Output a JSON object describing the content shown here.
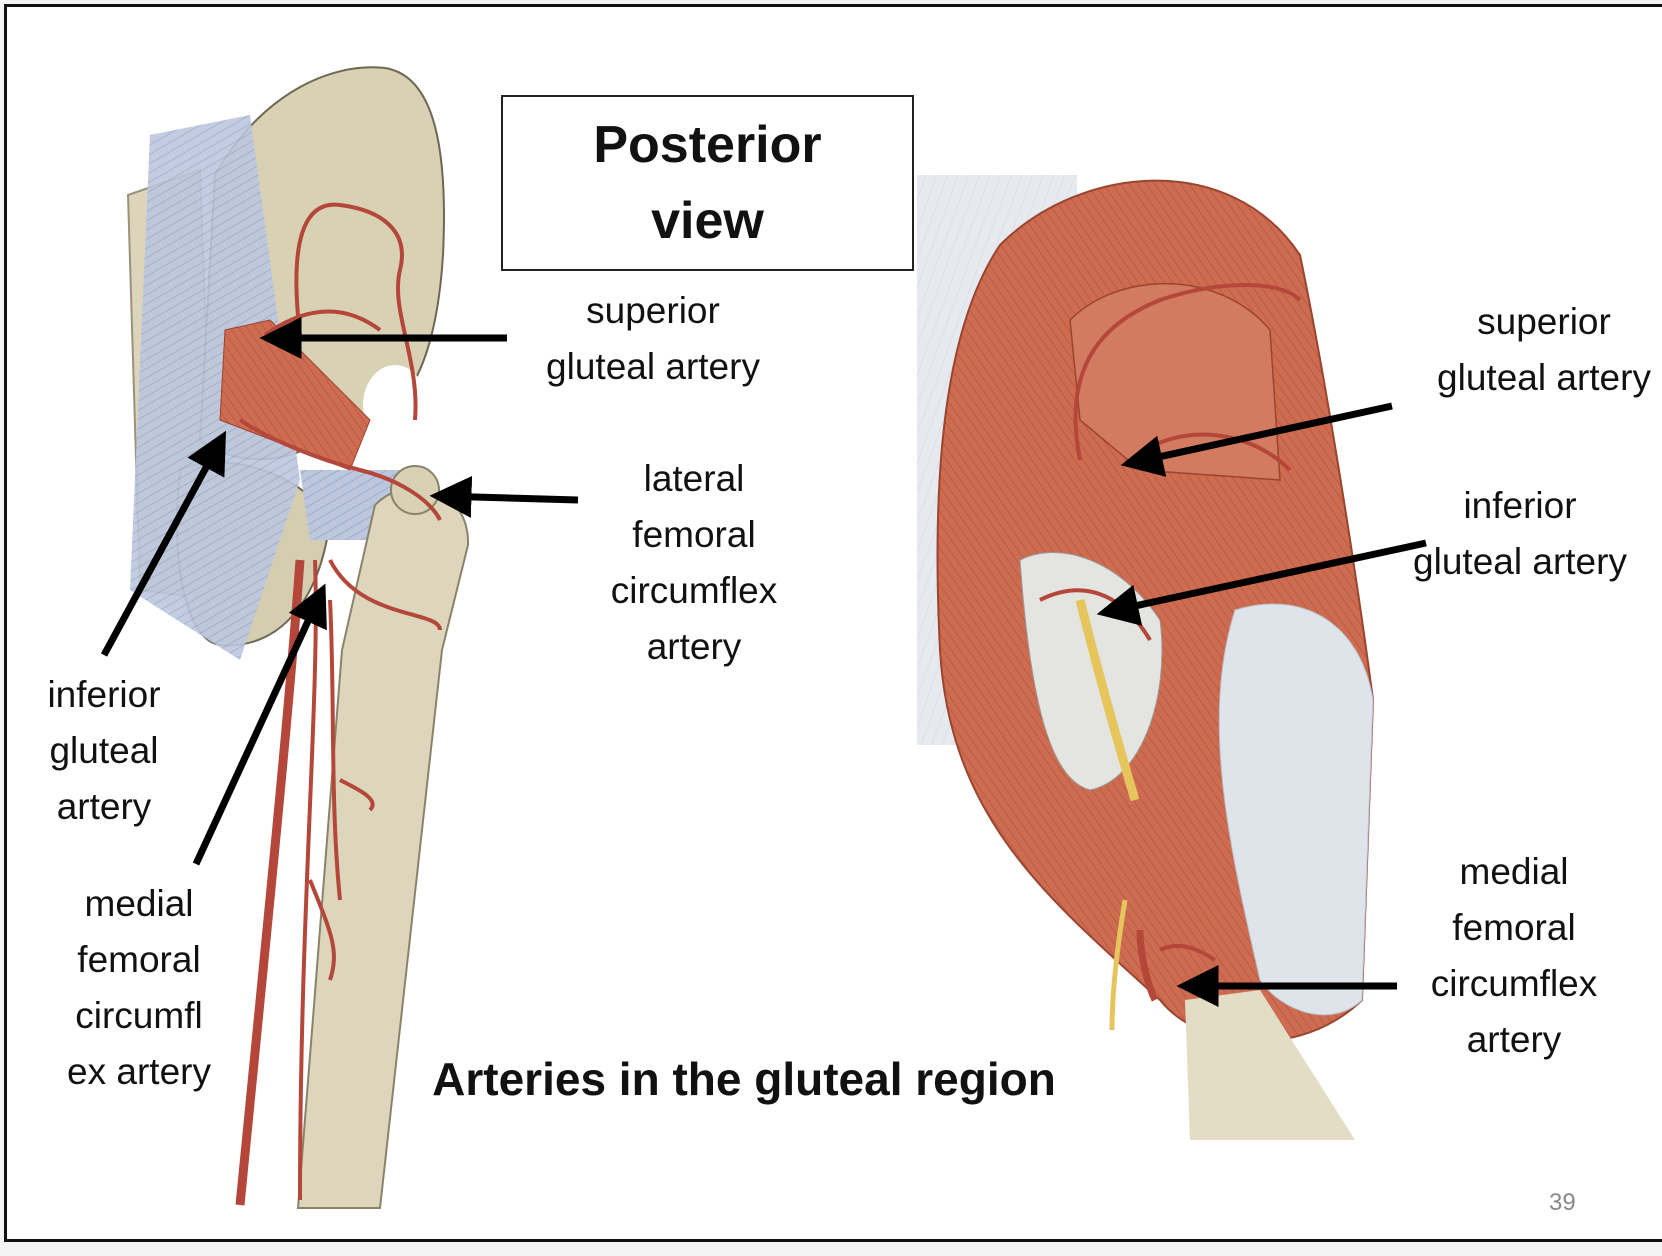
{
  "slide": {
    "title_box": {
      "line1": "Posterior",
      "line2": "view"
    },
    "caption": "Arteries in the gluteal region",
    "page_number": "39",
    "left_figure_labels": {
      "superior_gluteal": [
        "superior",
        "gluteal artery"
      ],
      "lateral_femoral_circumflex": [
        "lateral",
        "femoral",
        "circumflex",
        "artery"
      ],
      "inferior_gluteal": [
        "inferior",
        "gluteal",
        "artery"
      ],
      "medial_femoral_circumflex": [
        "medial",
        "femoral",
        "circumfl",
        "ex artery"
      ]
    },
    "right_figure_labels": {
      "superior_gluteal": [
        "superior",
        "gluteal artery"
      ],
      "inferior_gluteal": [
        "inferior",
        "gluteal artery"
      ],
      "medial_femoral_circumflex": [
        "medial",
        "femoral",
        "circumflex",
        "artery"
      ]
    },
    "colors": {
      "bone": "#d9d1b3",
      "ligament": "#b9c5dd",
      "muscle": "#c9674c",
      "artery": "#b4473a",
      "nerve": "#e6c65c",
      "arrow": "#000000"
    }
  }
}
